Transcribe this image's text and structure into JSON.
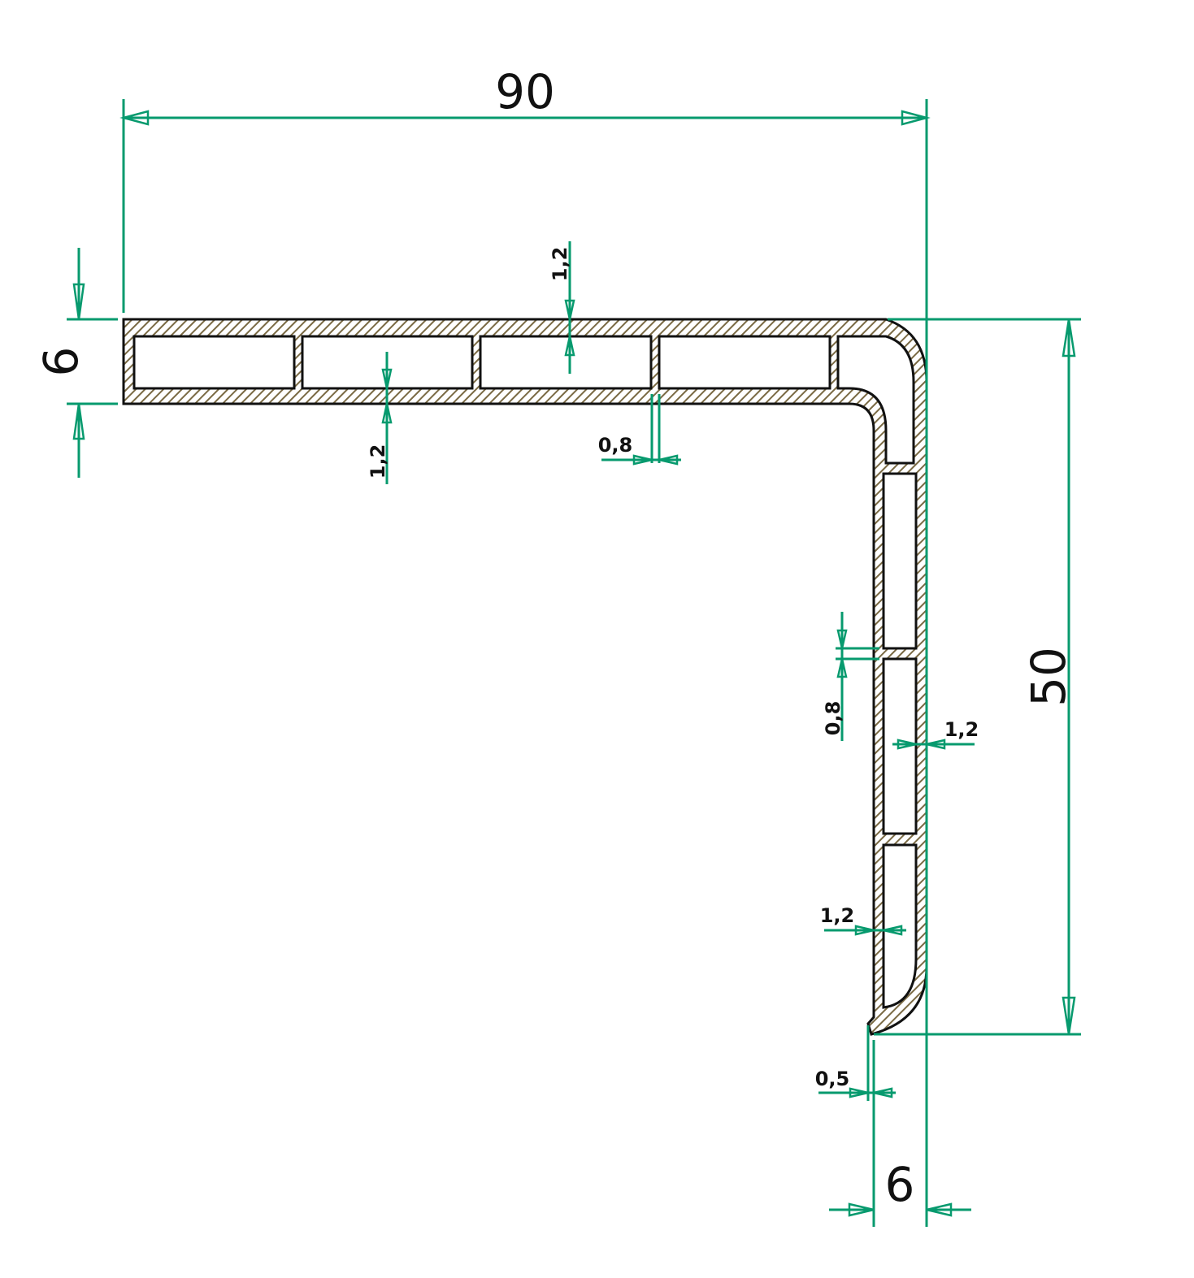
{
  "dimensions": {
    "overall_width": "90",
    "overall_height": "50",
    "flange_thickness": "6",
    "leg_thickness": "6",
    "top_wall": "1,2",
    "bottom_wall": "1,2",
    "rib_horizontal": "0,8",
    "rib_vertical": "0,8",
    "outer_wall_right": "1,2",
    "inner_wall_left": "1,2",
    "tip": "0,5"
  },
  "colors": {
    "dimension": "#079a6e",
    "outline": "#111111",
    "hatch": "#7a6a44"
  }
}
